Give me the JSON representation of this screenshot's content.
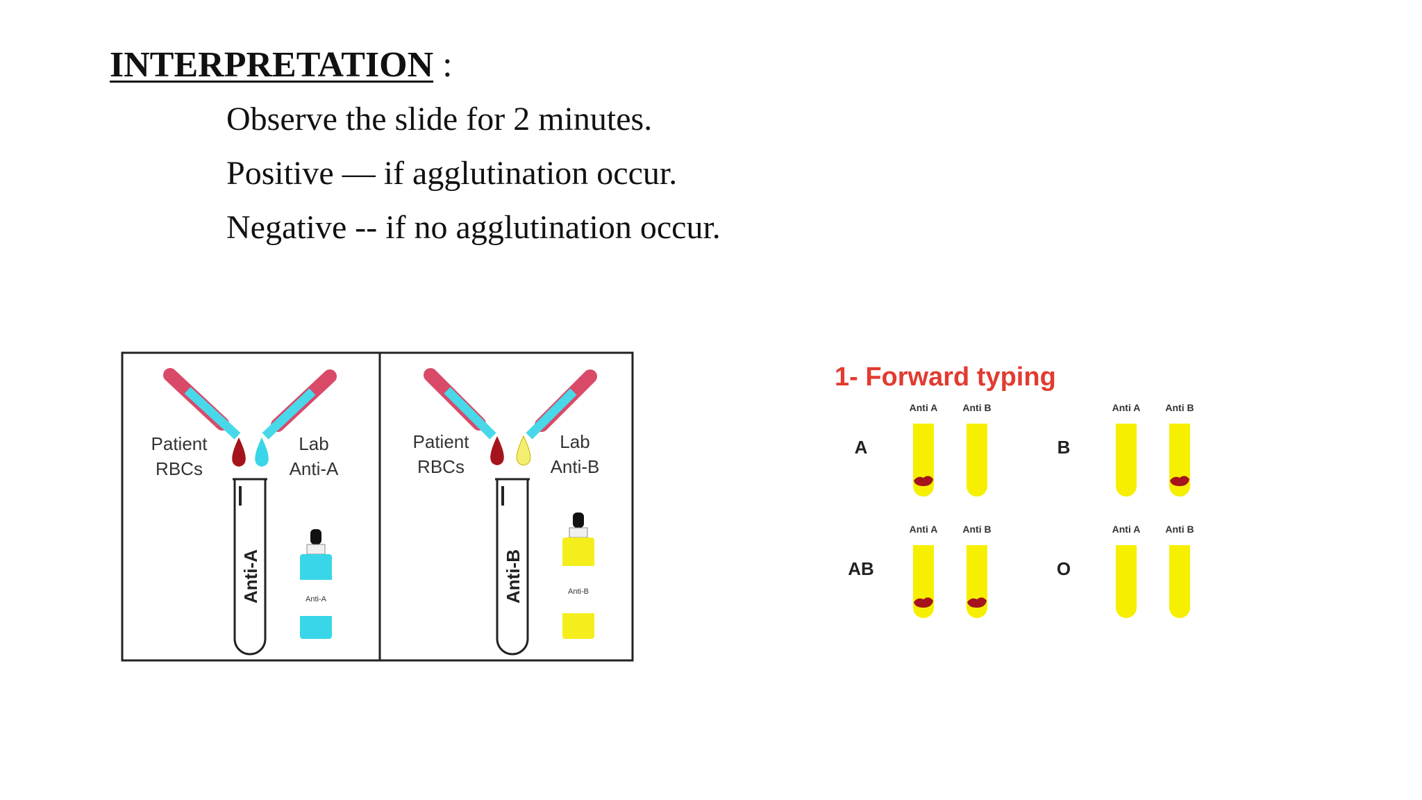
{
  "heading": {
    "title": "INTERPRETATION",
    "colon": " :"
  },
  "lines": [
    "Observe the slide for 2 minutes.",
    "Positive — if agglutination occur.",
    "Negative -- if no agglutination occur."
  ],
  "figure_left": {
    "panel_a": {
      "patient_label_1": "Patient",
      "patient_label_2": "RBCs",
      "lab_label_1": "Lab",
      "lab_label_2": "Anti-A",
      "tube_label": "Anti-A",
      "bottle_label": "Anti-A"
    },
    "panel_b": {
      "patient_label_1": "Patient",
      "patient_label_2": "RBCs",
      "lab_label_1": "Lab",
      "lab_label_2": "Anti-B",
      "tube_label": "Anti-B",
      "bottle_label": "Anti-B"
    }
  },
  "figure_right": {
    "title": "1- Forward typing",
    "col_label_a": "Anti A",
    "col_label_b": "Anti B",
    "groups": [
      {
        "name": "A",
        "agglutination": [
          true,
          false
        ]
      },
      {
        "name": "B",
        "agglutination": [
          false,
          true
        ]
      },
      {
        "name": "AB",
        "agglutination": [
          true,
          true
        ]
      },
      {
        "name": "O",
        "agglutination": [
          false,
          false
        ]
      }
    ]
  },
  "colors": {
    "blood": "#a5141c",
    "anti_a": "#38d6e8",
    "anti_b": "#f4ee1c",
    "tube_yellow": "#f7ef00",
    "title_red": "#e23b30",
    "dropper_pink": "#d84a68"
  }
}
